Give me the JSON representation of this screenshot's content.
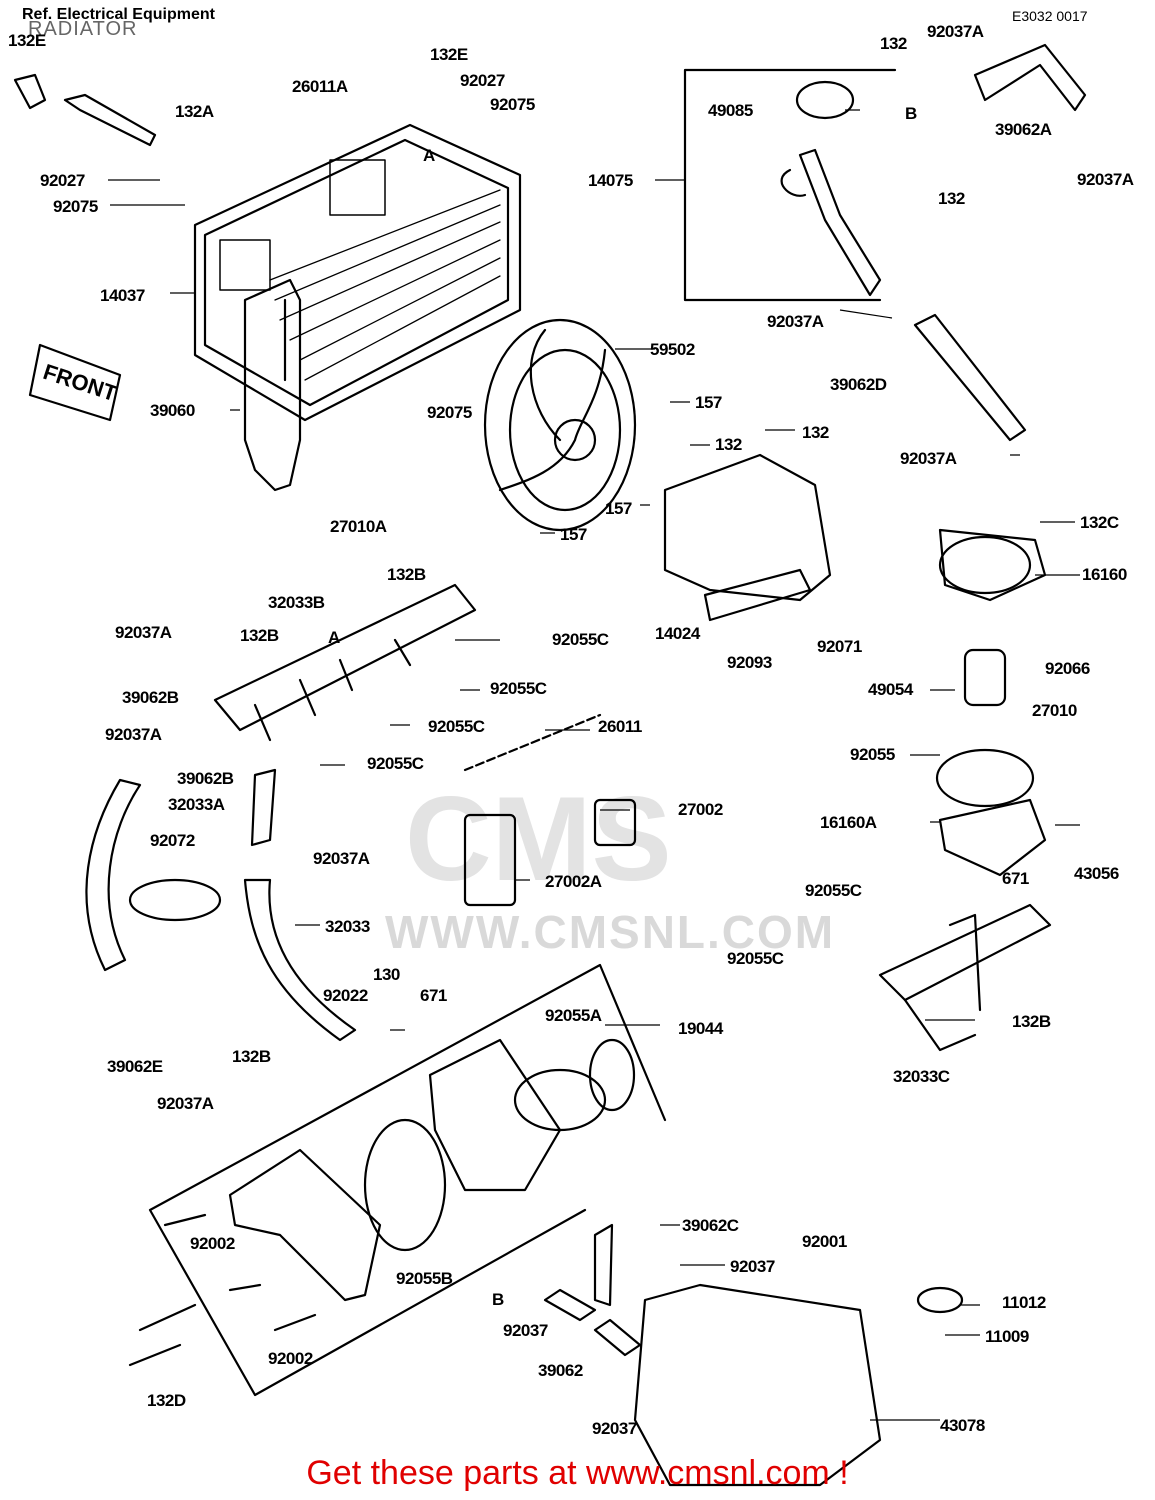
{
  "header": {
    "ref": "Ref. Electrical Equipment",
    "subtitle": "RADIATOR",
    "code": "E3032 0017"
  },
  "watermark": {
    "url": "WWW.CMSNL.COM",
    "logo": "CMS"
  },
  "front_sign": "FRONT",
  "cta": "Get these parts at www.cmsnl.com !",
  "letters": [
    "A",
    "A",
    "B",
    "B"
  ],
  "labels": [
    "132E",
    "132E",
    "26011A",
    "92027",
    "92075",
    "132A",
    "92027",
    "92075",
    "14037",
    "39060",
    "92075",
    "27010A",
    "59502",
    "157",
    "132",
    "132",
    "157",
    "157",
    "14024",
    "92093",
    "92071",
    "132",
    "92037A",
    "49085",
    "14075",
    "132",
    "39062A",
    "92037A",
    "92037A",
    "39062D",
    "92037A",
    "132C",
    "16160",
    "92066",
    "49054",
    "27010",
    "92055",
    "16160A",
    "43056",
    "92055C",
    "671",
    "92055C",
    "132B",
    "32033C",
    "132B",
    "32033B",
    "92037A",
    "132B",
    "92055C",
    "92055C",
    "92055C",
    "92055C",
    "26011",
    "39062B",
    "92037A",
    "39062B",
    "32033A",
    "92072",
    "92037A",
    "27002",
    "27002A",
    "32033",
    "130",
    "92022",
    "671",
    "92055A",
    "19044",
    "39062E",
    "132B",
    "92037A",
    "92002",
    "92055B",
    "39062C",
    "92037",
    "92001",
    "11012",
    "11009",
    "92037",
    "39062",
    "92037",
    "43078",
    "92002",
    "132D"
  ]
}
